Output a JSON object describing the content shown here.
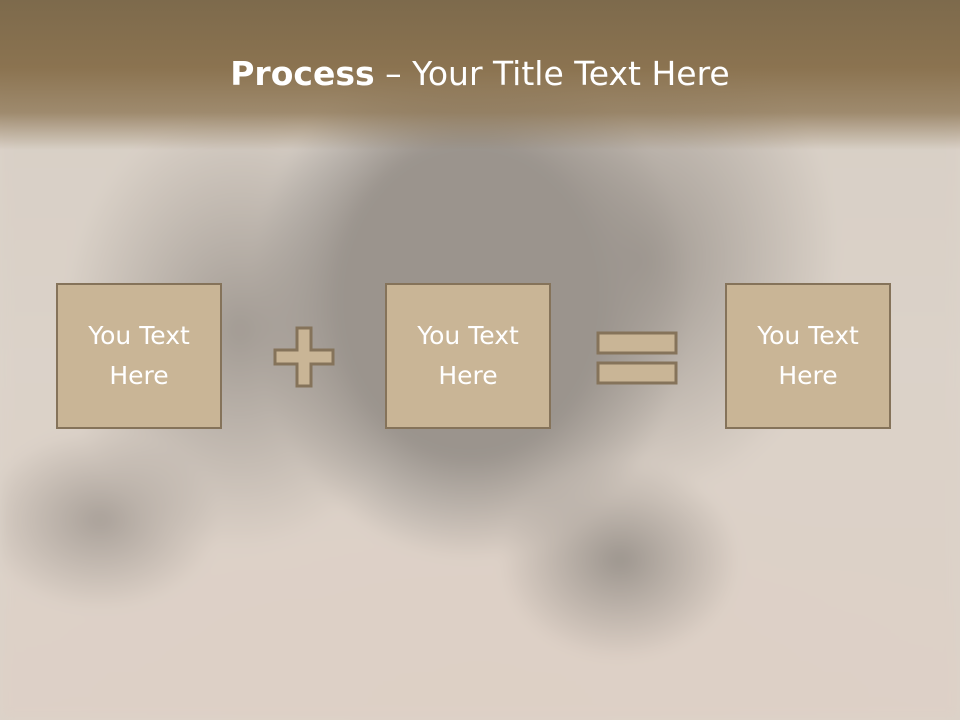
{
  "slide": {
    "title_bold": "Process",
    "title_rest": " – Your Title Text Here"
  },
  "process": {
    "steps": [
      {
        "line1": "You Text",
        "line2": "Here"
      },
      {
        "line1": "You Text",
        "line2": "Here"
      },
      {
        "line1": "You Text",
        "line2": "Here"
      }
    ],
    "operators": [
      "plus-icon",
      "equals-icon"
    ]
  },
  "colors": {
    "title_band": "#8b7350",
    "box_fill": "#c9b596",
    "box_border": "#85735a",
    "text": "#ffffff"
  }
}
